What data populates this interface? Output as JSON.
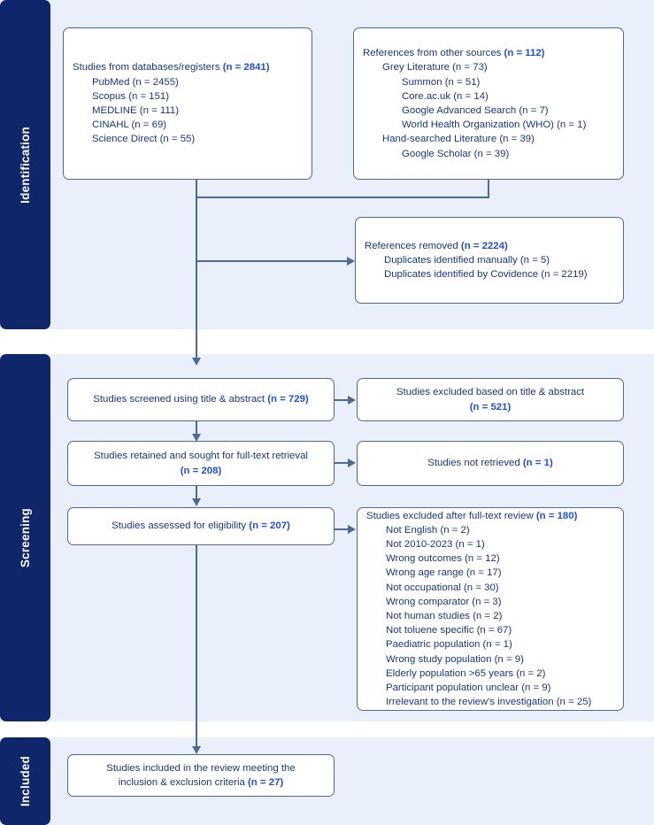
{
  "stages": [
    {
      "label": "Identification"
    },
    {
      "label": "Screening"
    },
    {
      "label": "Included"
    }
  ],
  "colors": {
    "stage_tab": "#10266a",
    "band": "#eaf0fb",
    "box_border": "#4b6a94",
    "text": "#16387a",
    "count_accent": "#1f4fd8"
  },
  "boxes": {
    "databases": {
      "header": "Studies from databases/registers ",
      "header_n": "(n = 2841)",
      "items": [
        "PubMed (n = 2455)",
        "Scopus (n = 151)",
        "MEDLINE (n = 111)",
        "CINAHL (n = 69)",
        "Science Direct (n = 55)"
      ]
    },
    "other_sources": {
      "header": "References from other sources ",
      "header_n": "(n = 112)",
      "items": [
        {
          "text": "Grey Literature (n = 73)",
          "level": 1
        },
        {
          "text": "Summon (n = 51)",
          "level": 2
        },
        {
          "text": "Core.ac.uk (n = 14)",
          "level": 2
        },
        {
          "text": "Google Advanced Search (n = 7)",
          "level": 2
        },
        {
          "text": "World Health Organization (WHO) (n = 1)",
          "level": 2
        },
        {
          "text": "Hand-searched Literature (n = 39)",
          "level": 1
        },
        {
          "text": "Google Scholar (n = 39)",
          "level": 2
        }
      ]
    },
    "references_removed": {
      "header": "References removed ",
      "header_n": "(n = 2224)",
      "items": [
        "Duplicates identified manually (n = 5)",
        "Duplicates identified by Covidence (n = 2219)"
      ]
    },
    "screened": {
      "line1": "Studies screened using title & abstract ",
      "line1_n": "(n = 729)"
    },
    "excluded_title_abstract": {
      "line1": "Studies excluded based on title & abstract",
      "line2_n": "(n = 521)"
    },
    "retained": {
      "line1": "Studies retained and sought for full-text retrieval",
      "line2_n": "(n = 208)"
    },
    "not_retrieved": {
      "line1": "Studies not retrieved ",
      "line1_n": "(n = 1)"
    },
    "eligibility": {
      "line1": "Studies assessed for eligibility ",
      "line1_n": "(n = 207)"
    },
    "excluded_fulltext": {
      "header": "Studies excluded after full-text review ",
      "header_n": "(n = 180)",
      "items": [
        "Not English (n = 2)",
        "Not 2010-2023 (n = 1)",
        "Wrong outcomes (n = 12)",
        "Wrong age range (n = 17)",
        "Not occupational (n = 30)",
        "Wrong comparator (n = 3)",
        "Not human studies (n = 2)",
        "Not toluene specific (n = 67)",
        "Paediatric population (n = 1)",
        "Wrong study population (n = 9)",
        "Elderly population >65 years (n = 2)",
        "Participant population unclear (n = 9)",
        "Irrelevant to the review's investigation (n = 25)"
      ]
    },
    "included": {
      "line1": "Studies included in the review meeting the",
      "line2": "inclusion & exclusion criteria ",
      "line2_n": "(n = 27)"
    }
  }
}
